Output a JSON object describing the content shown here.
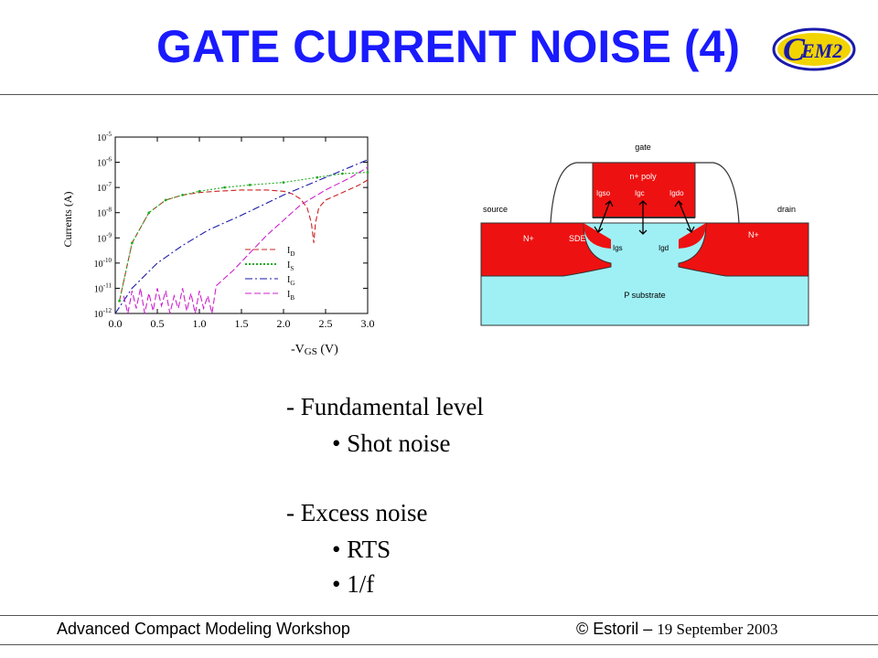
{
  "title": "GATE CURRENT NOISE (4)",
  "logo": {
    "text": "EM2",
    "letter_c": "C"
  },
  "chart_data": {
    "type": "line",
    "ylabel": "Currents (A)",
    "xlabel_prefix": "-V",
    "xlabel_sub": "GS",
    "xlabel_suffix": " (V)",
    "xlim": [
      0.0,
      3.0
    ],
    "ylim_exp": [
      -12,
      -5
    ],
    "y_scale": "log",
    "x_ticks": [
      "0.0",
      "0.5",
      "1.0",
      "1.5",
      "2.0",
      "2.5",
      "3.0"
    ],
    "y_tick_exps": [
      "-12",
      "-11",
      "-10",
      "-9",
      "-8",
      "-7",
      "-6",
      "-5"
    ],
    "series": [
      {
        "name": "I",
        "sub": "D",
        "color": "#cc2222",
        "dash": "6,3",
        "marker": false,
        "x": [
          0.05,
          0.2,
          0.4,
          0.6,
          0.8,
          1.0,
          1.2,
          1.5,
          1.8,
          2.0,
          2.1,
          2.2,
          2.28,
          2.33,
          2.36,
          2.38,
          2.42,
          2.5,
          2.7,
          2.9,
          3.0
        ],
        "y": [
          -11.5,
          -9.2,
          -8.0,
          -7.5,
          -7.3,
          -7.2,
          -7.15,
          -7.1,
          -7.1,
          -7.15,
          -7.25,
          -7.45,
          -7.8,
          -8.4,
          -9.2,
          -8.4,
          -7.8,
          -7.5,
          -7.2,
          -6.9,
          -6.7
        ]
      },
      {
        "name": "I",
        "sub": "S",
        "color": "#22aa22",
        "dash": "2,2",
        "marker": true,
        "x": [
          0.05,
          0.2,
          0.4,
          0.6,
          0.8,
          1.0,
          1.3,
          1.6,
          2.0,
          2.4,
          2.7,
          3.0
        ],
        "y": [
          -11.5,
          -9.2,
          -8.0,
          -7.5,
          -7.3,
          -7.15,
          -7.0,
          -6.9,
          -6.8,
          -6.6,
          -6.45,
          -6.4
        ]
      },
      {
        "name": "I",
        "sub": "G",
        "color": "#1a1aaa",
        "dash": "8,3,2,3",
        "marker": false,
        "x": [
          0.0,
          0.2,
          0.5,
          0.8,
          1.1,
          1.5,
          2.0,
          2.5,
          3.0
        ],
        "y": [
          -12,
          -11.0,
          -10.0,
          -9.3,
          -8.7,
          -8.1,
          -7.3,
          -6.6,
          -5.9
        ]
      },
      {
        "name": "I",
        "sub": "B",
        "color": "#cc22cc",
        "dash": "7,3",
        "marker": false,
        "x": [
          0.1,
          0.15,
          0.2,
          0.25,
          0.3,
          0.35,
          0.4,
          0.45,
          0.5,
          0.55,
          0.6,
          0.65,
          0.7,
          0.75,
          0.8,
          0.85,
          0.9,
          0.95,
          1.0,
          1.05,
          1.1,
          1.15,
          1.2,
          1.3,
          1.4,
          1.6,
          1.8,
          2.0,
          2.2,
          2.5,
          2.8,
          3.0
        ],
        "y": [
          -11.3,
          -12,
          -11.1,
          -11.8,
          -11.0,
          -12,
          -11.2,
          -11.9,
          -11.0,
          -11.7,
          -11.1,
          -12,
          -11.3,
          -11.8,
          -11.0,
          -11.9,
          -11.2,
          -12,
          -11.1,
          -11.8,
          -11.3,
          -12,
          -10.9,
          -10.6,
          -10.3,
          -9.6,
          -8.9,
          -8.3,
          -7.7,
          -7.1,
          -6.6,
          -6.2
        ]
      }
    ]
  },
  "mosfet": {
    "gate_label": "gate",
    "poly_label": "n+ poly",
    "source_label": "source",
    "drain_label": "drain",
    "left_diffusion": "N+",
    "right_diffusion": "N+",
    "sde_label": "SDE",
    "substrate_label": "P substrate",
    "currents": {
      "igso": "Igso",
      "igc": "Igc",
      "igdo": "Igdo",
      "igs": "Igs",
      "igd": "Igd"
    }
  },
  "bullets": {
    "fundamental": "- Fundamental  level",
    "shot": "• Shot noise",
    "excess": "- Excess noise",
    "rts": "• RTS",
    "oneoverf": "• 1/f"
  },
  "footer": {
    "left": "Advanced Compact Modeling Workshop",
    "copyright": "© Estoril – ",
    "date": "19 September 2003"
  }
}
